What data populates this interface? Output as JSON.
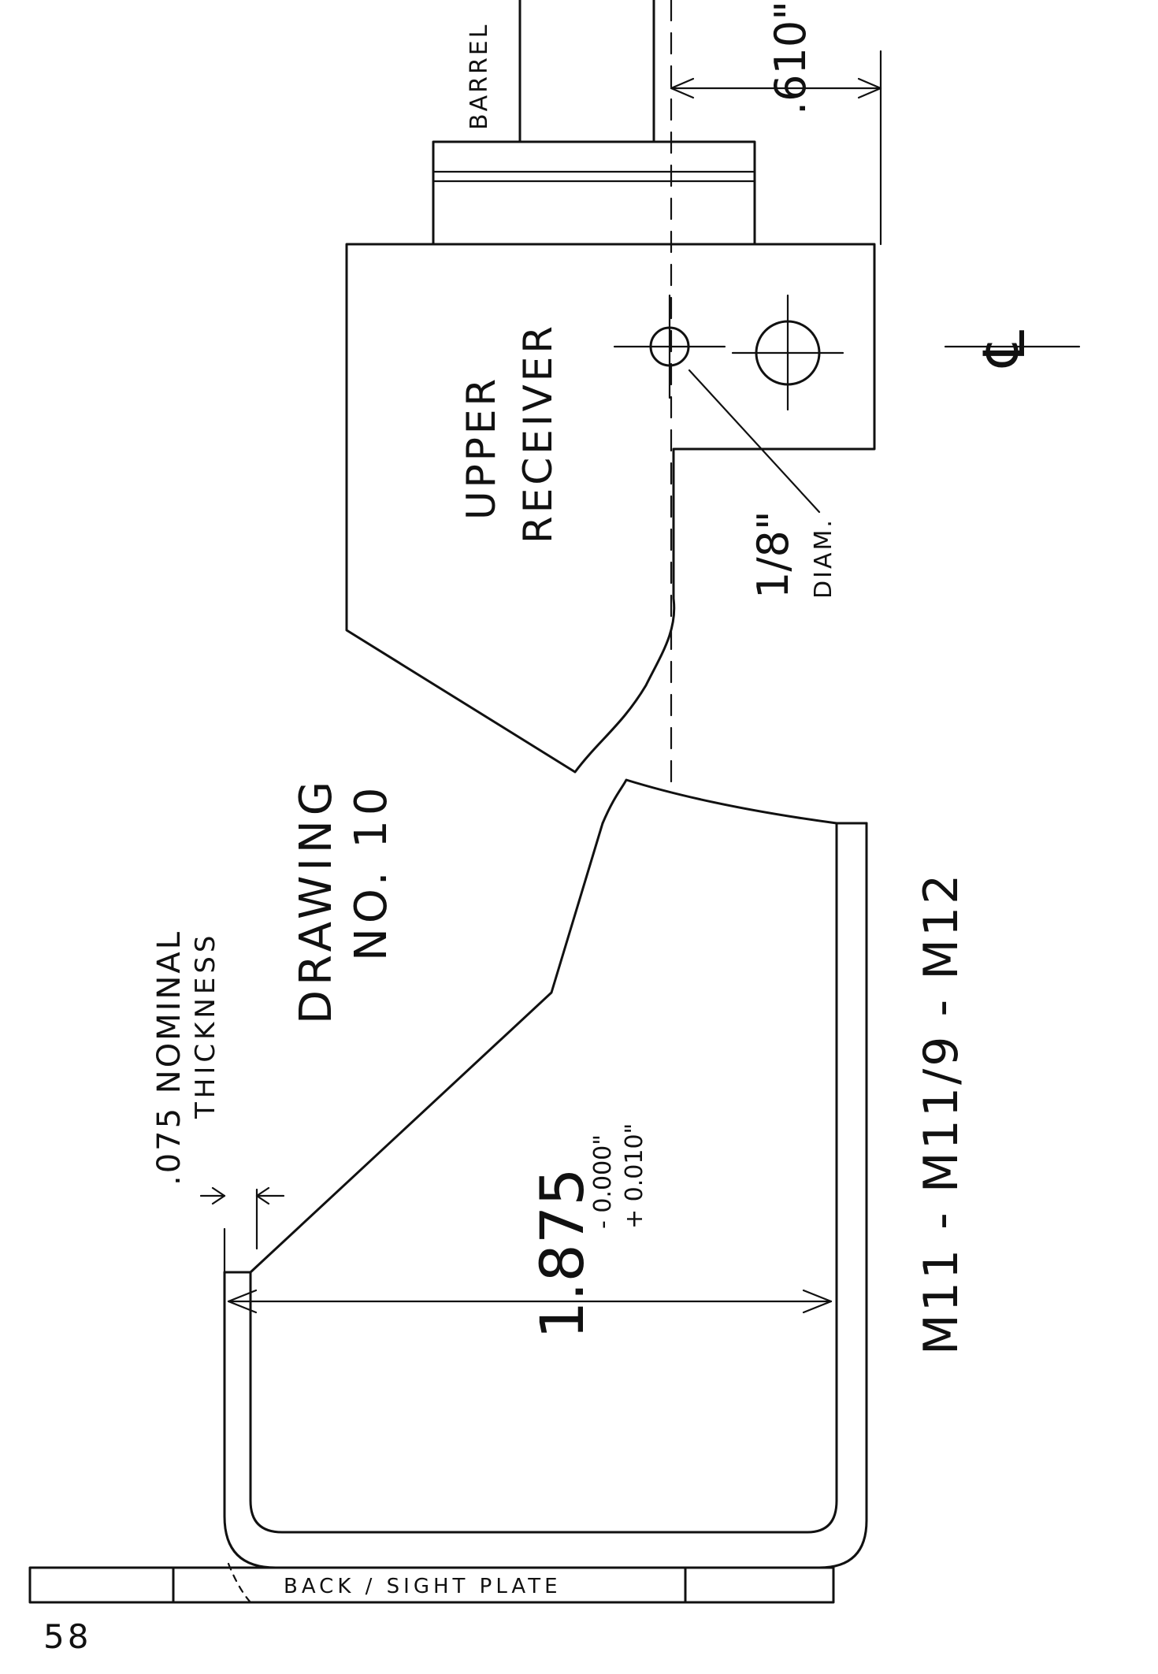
{
  "drawing": {
    "title_line1": "DRAWING",
    "title_line2": "NO. 10",
    "models": "M11 - M11/9 - M12",
    "page_number": "58"
  },
  "labels": {
    "barrel": "BARREL",
    "receiver_line1": "UPPER",
    "receiver_line2": "RECEIVER",
    "hole_size": "1/8\"",
    "hole_diam": "DIAM.",
    "centerline": "℄",
    "back_sight_plate": "BACK / SIGHT PLATE",
    "thickness_line1": ".075 NOMINAL",
    "thickness_line2": "THICKNESS"
  },
  "dimensions": {
    "offset": ".610\"",
    "width": "1.875",
    "tolerance_minus": "- 0.000\"",
    "tolerance_plus": "+ 0.010\""
  }
}
